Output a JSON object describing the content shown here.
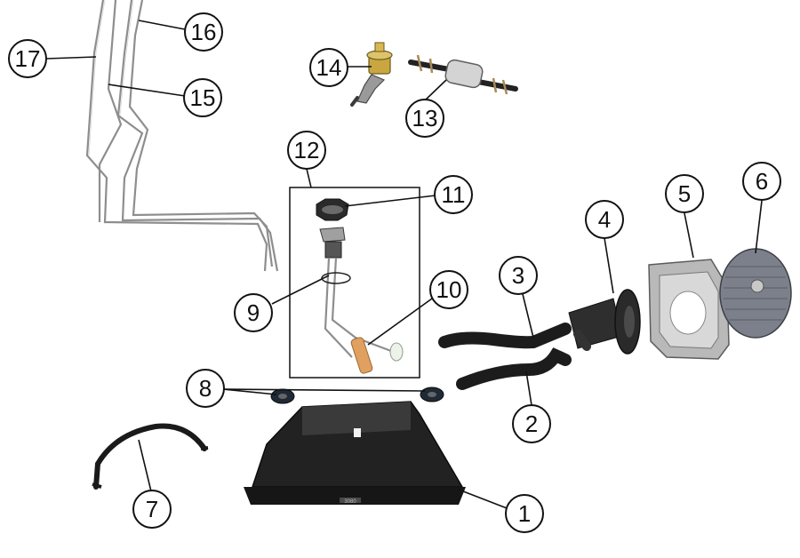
{
  "callouts": [
    {
      "id": "1",
      "label": "1"
    },
    {
      "id": "2",
      "label": "2"
    },
    {
      "id": "3",
      "label": "3"
    },
    {
      "id": "4",
      "label": "4"
    },
    {
      "id": "5",
      "label": "5"
    },
    {
      "id": "6",
      "label": "6"
    },
    {
      "id": "7",
      "label": "7"
    },
    {
      "id": "8",
      "label": "8"
    },
    {
      "id": "9",
      "label": "9"
    },
    {
      "id": "10",
      "label": "10"
    },
    {
      "id": "11",
      "label": "11"
    },
    {
      "id": "12",
      "label": "12"
    },
    {
      "id": "13",
      "label": "13"
    },
    {
      "id": "14",
      "label": "14"
    },
    {
      "id": "15",
      "label": "15"
    },
    {
      "id": "16",
      "label": "16"
    },
    {
      "id": "17",
      "label": "17"
    }
  ],
  "colors": {
    "line": "#111111",
    "skid_plate": "#1a1a1a",
    "hose": "#1c1c1c",
    "metal": "#b9b9b9",
    "fuel_line": "#8e8e8e",
    "float": "#e0a060"
  },
  "parts": {
    "skid_plate_stamp": "3080"
  }
}
